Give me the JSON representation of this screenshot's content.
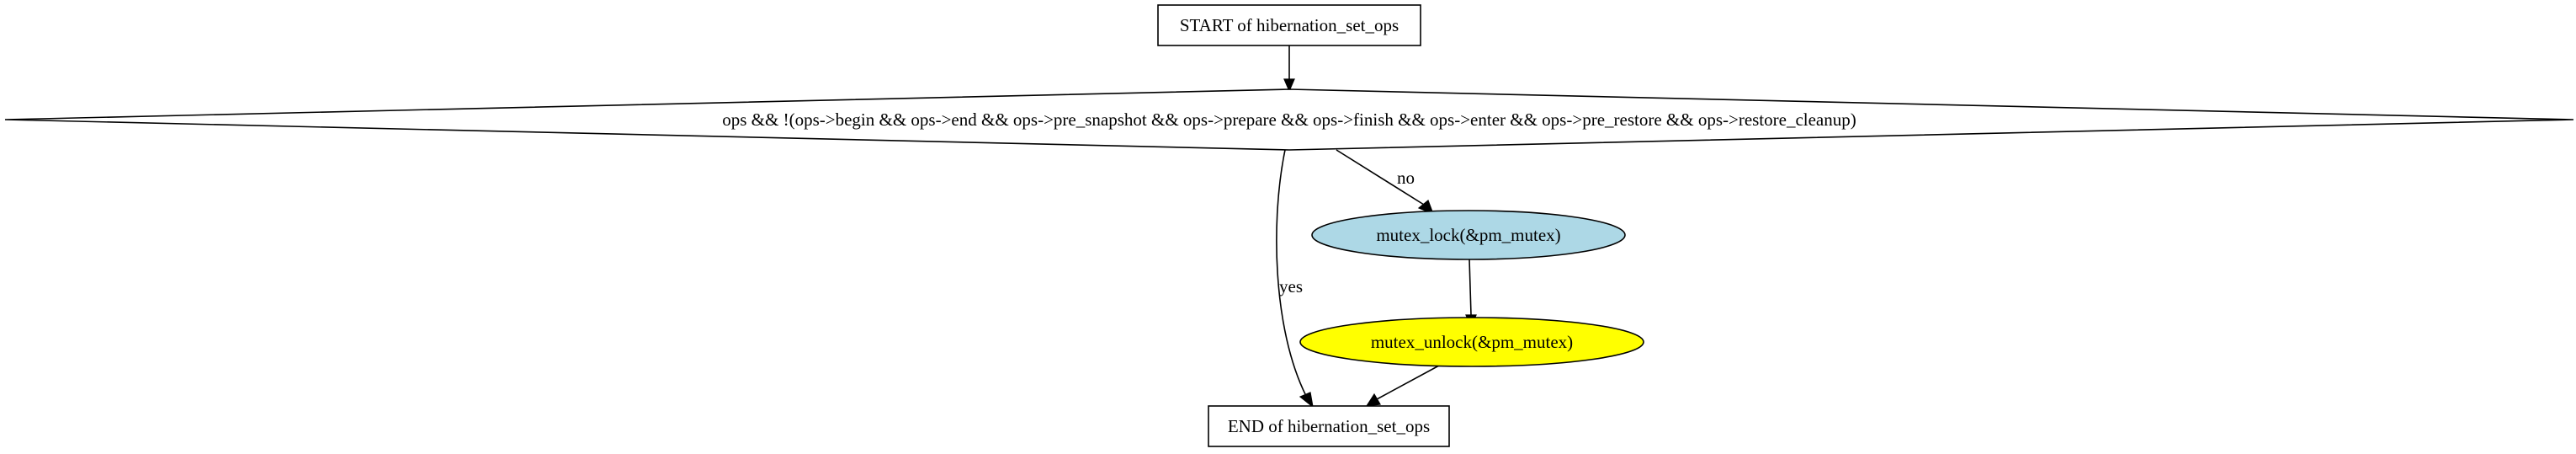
{
  "diagram": {
    "type": "flowchart",
    "nodes": {
      "start": {
        "shape": "box",
        "label": "START of hibernation_set_ops",
        "fill": "#ffffff"
      },
      "condition": {
        "shape": "diamond",
        "label": "ops && !(ops->begin && ops->end && ops->pre_snapshot && ops->prepare && ops->finish && ops->enter && ops->pre_restore && ops->restore_cleanup)",
        "fill": "#ffffff"
      },
      "lock": {
        "shape": "ellipse",
        "label": "mutex_lock(&pm_mutex)",
        "fill": "#add8e6"
      },
      "unlock": {
        "shape": "ellipse",
        "label": "mutex_unlock(&pm_mutex)",
        "fill": "#ffff00"
      },
      "end": {
        "shape": "box",
        "label": "END of hibernation_set_ops",
        "fill": "#ffffff"
      }
    },
    "edges": [
      {
        "from": "start",
        "to": "condition",
        "label": ""
      },
      {
        "from": "condition",
        "to": "lock",
        "label": "no"
      },
      {
        "from": "condition",
        "to": "end",
        "label": "yes"
      },
      {
        "from": "lock",
        "to": "unlock",
        "label": ""
      },
      {
        "from": "unlock",
        "to": "end",
        "label": ""
      }
    ]
  }
}
